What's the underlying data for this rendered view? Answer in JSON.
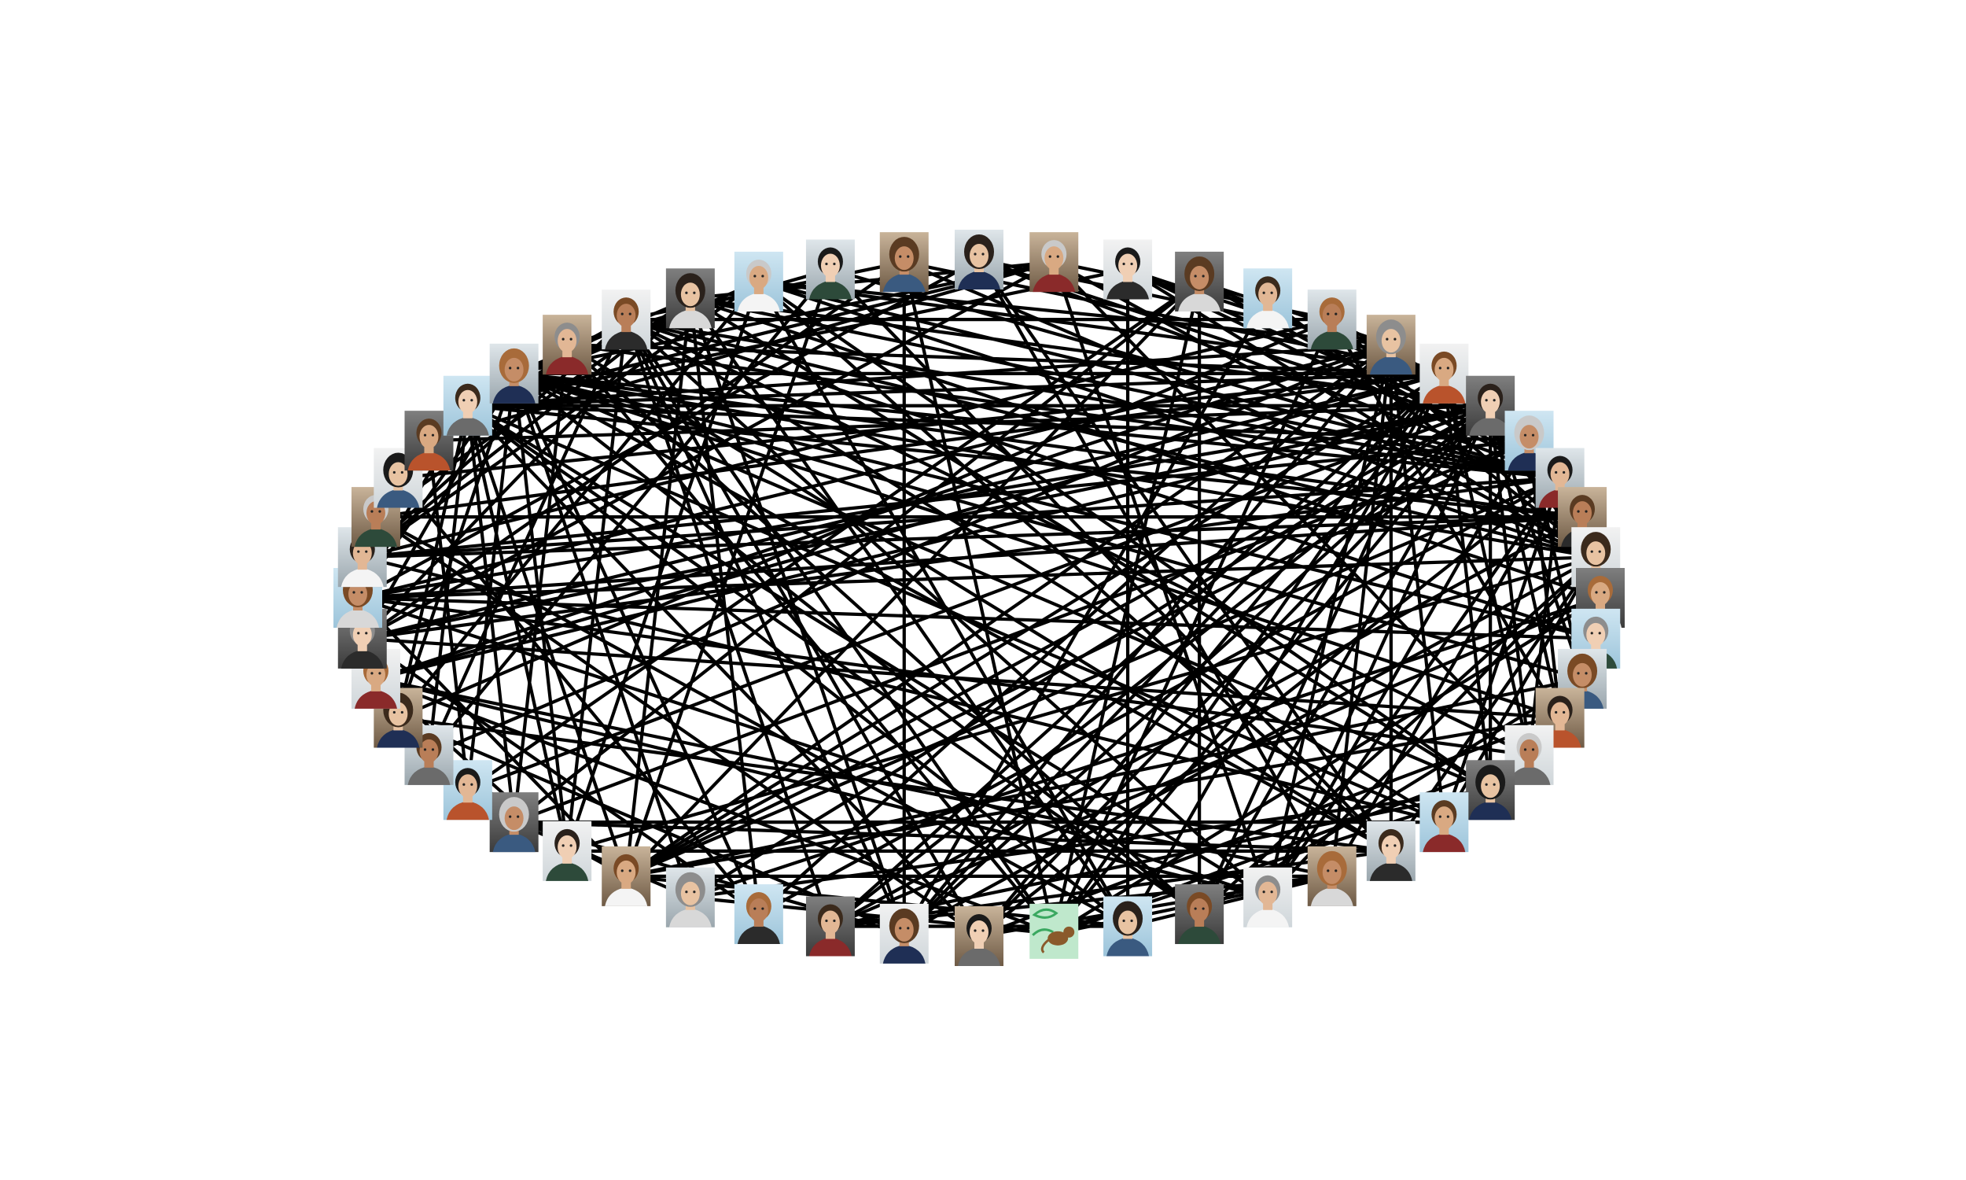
{
  "graph": {
    "node_count": 52,
    "edge_color": "#000000",
    "background": "#ffffff",
    "node_kinds": [
      "person-portrait",
      "organization-logo"
    ],
    "logo_node_index": 25,
    "logo_colors": {
      "background": "#bfe8cc",
      "figure": "#8a5a2b",
      "leaf": "#3aa860"
    }
  }
}
